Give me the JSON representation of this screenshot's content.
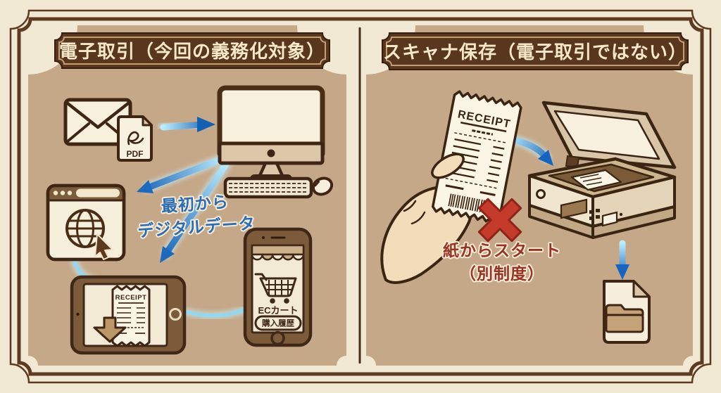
{
  "left_panel": {
    "title": "電子取引（今回の義務化対象）",
    "caption_line1": "最初から",
    "caption_line2": "デジタルデータ",
    "pdf_label": "PDF",
    "tablet": {
      "receipt_title": "RECEIPT"
    },
    "phone": {
      "cart_label": "ECカート",
      "history_button": "購入履歴"
    }
  },
  "right_panel": {
    "title": "スキャナ保存（電子取引ではない）",
    "receipt_title": "RECEIPT",
    "caption_line1": "紙からスタート",
    "caption_line2": "（別制度）"
  },
  "colors": {
    "paper": "#f2e9d4",
    "panel_tan": "#c5a887",
    "frame_brown": "#5d3a21",
    "plaque_brown": "#58371e",
    "plaque_text_cream": "#f6e8c8",
    "icon_cream": "#f6efdc",
    "ink_brown": "#3f2614",
    "arrow_blue_light": "#b9ecfd",
    "arrow_blue_dark": "#1460b5",
    "caption_blue": "#2a6cb5",
    "caption_red": "#9a3322",
    "x_red": "#c43a2b",
    "skin": "#f3dcba"
  },
  "icons": [
    "envelope-icon",
    "pdf-file-icon",
    "desktop-computer-icon",
    "keyboard-icon",
    "mouse-icon",
    "browser-globe-icon",
    "cursor-icon",
    "tablet-receipt-icon",
    "download-arrow-icon",
    "smartphone-ec-icon",
    "cart-icon",
    "hand-receipt-icon",
    "barcode-icon",
    "scanner-icon",
    "document-folder-icon",
    "x-mark-icon",
    "flow-arrow-icon"
  ]
}
